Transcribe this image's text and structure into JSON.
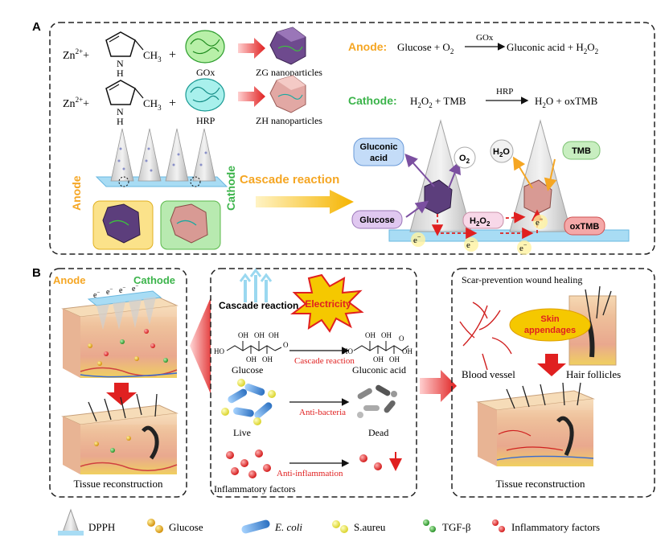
{
  "panelA": {
    "label": "A",
    "row1": {
      "ion": "Zn",
      "ionSup": "2+",
      "plus1": "+",
      "nh": "N",
      "nhH": "H",
      "ch3": "CH",
      "ch3Sub": "3",
      "plus2": "+",
      "enzyme": "GOx",
      "product": "ZG nanoparticles"
    },
    "row2": {
      "ion": "Zn",
      "ionSup": "2+",
      "plus1": "+",
      "nh": "N",
      "nhH": "H",
      "ch3": "CH",
      "ch3Sub": "3",
      "plus2": "+",
      "enzyme": "HRP",
      "product": "ZH nanoparticles"
    },
    "anodeEq": {
      "label": "Anode:",
      "left": "Glucose + O",
      "o2sub": "2",
      "cat": "GOx",
      "right": "Gluconic acid  + H",
      "h2o2sub": "2",
      "o": "O",
      "osub": "2"
    },
    "cathodeEq": {
      "label": "Cathode:",
      "h": "H",
      "sub2a": "2",
      "o": "O",
      "sub2b": "2",
      "rest": " + TMB",
      "cat": "HRP",
      "right": "H",
      "sub2c": "2",
      "right2": "O  +  oxTMB"
    },
    "anode": "Anode",
    "cathode": "Cathode",
    "cascade": "Cascade reaction",
    "gluconic": [
      "Gluconic",
      "acid"
    ],
    "o2": "O",
    "o2sub": "2",
    "h2o": "H",
    "h2osub": "2",
    "h2o2": "O",
    "tmb": "TMB",
    "glucose": "Glucose",
    "h2o2badge": "H",
    "h2o2badgeSub": "2",
    "h2o2badgeO": "O",
    "h2o2badgeSub2": "2",
    "oxtmb": "oxTMB",
    "electron": "e",
    "electronSup": "−"
  },
  "panelB": {
    "label": "B",
    "left": {
      "anode": "Anode",
      "cathode": "Cathode",
      "electron": "e",
      "electronSup": "−",
      "caption": "Tissue reconstruction"
    },
    "middle": {
      "cascade": "Cascade reaction",
      "electricity": "Electricity",
      "oh": "OH",
      "ho": "HO",
      "o": "O",
      "glucose": "Glucose",
      "cascadeArrow": "Cascade reaction",
      "gluconic": "Gluconic acid",
      "antiBacteria": "Anti-bacteria",
      "live": "Live",
      "dead": "Dead",
      "antiInflam": "Anti-inflammation",
      "inflam": "Inflammatory factors"
    },
    "right": {
      "title": "Scar-prevention wound healing",
      "skin": [
        "Skin",
        "appendages"
      ],
      "blood": "Blood vessel",
      "hair": "Hair follicles",
      "caption": "Tissue reconstruction"
    }
  },
  "legend": [
    {
      "label": "DPPH",
      "icon": "dpph-icon"
    },
    {
      "label": "Glucose",
      "icon": "glucose-icon"
    },
    {
      "label": "E. coli",
      "icon": "ecoli-icon"
    },
    {
      "label": "S.aureu",
      "icon": "saureus-icon"
    },
    {
      "label": "TGF-β",
      "icon": "tgf-icon"
    },
    {
      "label": "Inflammatory factors",
      "icon": "inflammatory-icon"
    }
  ],
  "colors": {
    "anode": "#f5a623",
    "cathode": "#3cb44b",
    "red": "#e02020",
    "purple": "#7b4fa0",
    "blue": "#3a7bd5"
  }
}
